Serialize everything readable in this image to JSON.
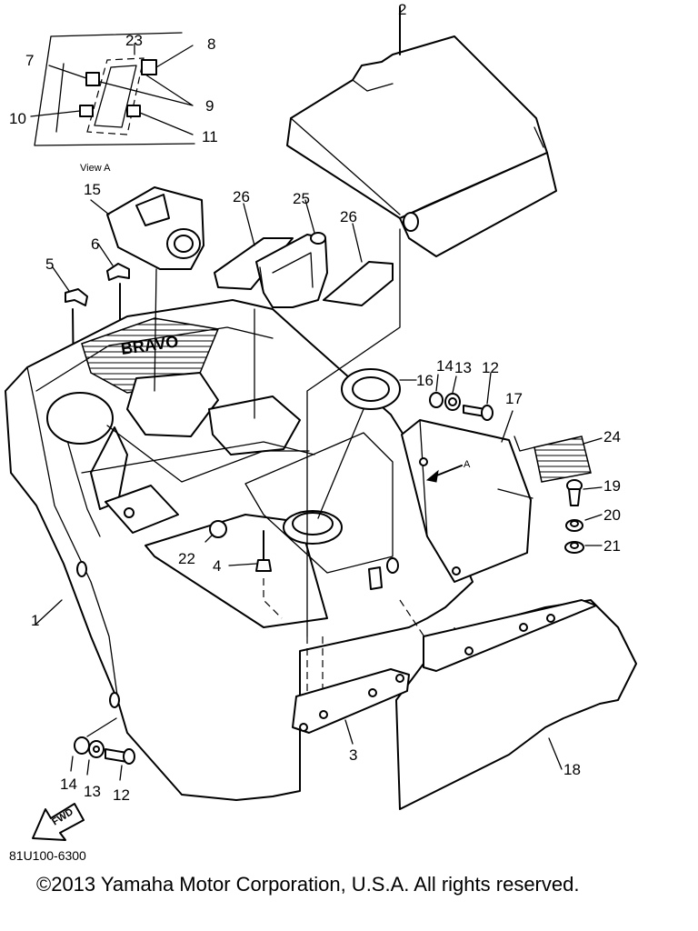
{
  "diagram": {
    "view_label": "View A",
    "arrow_label": "A",
    "part_code": "81U100-6300",
    "fwd_label": "FWD",
    "callouts": {
      "c1": "1",
      "c2": "2",
      "c3": "3",
      "c4": "4",
      "c5": "5",
      "c6": "6",
      "c7": "7",
      "c8": "8",
      "c9": "9",
      "c10": "10",
      "c11": "11",
      "c12a": "12",
      "c12b": "12",
      "c13a": "13",
      "c13b": "13",
      "c14a": "14",
      "c14b": "14",
      "c15": "15",
      "c16": "16",
      "c17": "17",
      "c18": "18",
      "c19": "19",
      "c20": "20",
      "c21": "21",
      "c22": "22",
      "c23": "23",
      "c24": "24",
      "c25": "25",
      "c26a": "26",
      "c26b": "26"
    }
  },
  "footer": {
    "copyright": "©2013 Yamaha Motor Corporation, U.S.A. All rights reserved."
  }
}
